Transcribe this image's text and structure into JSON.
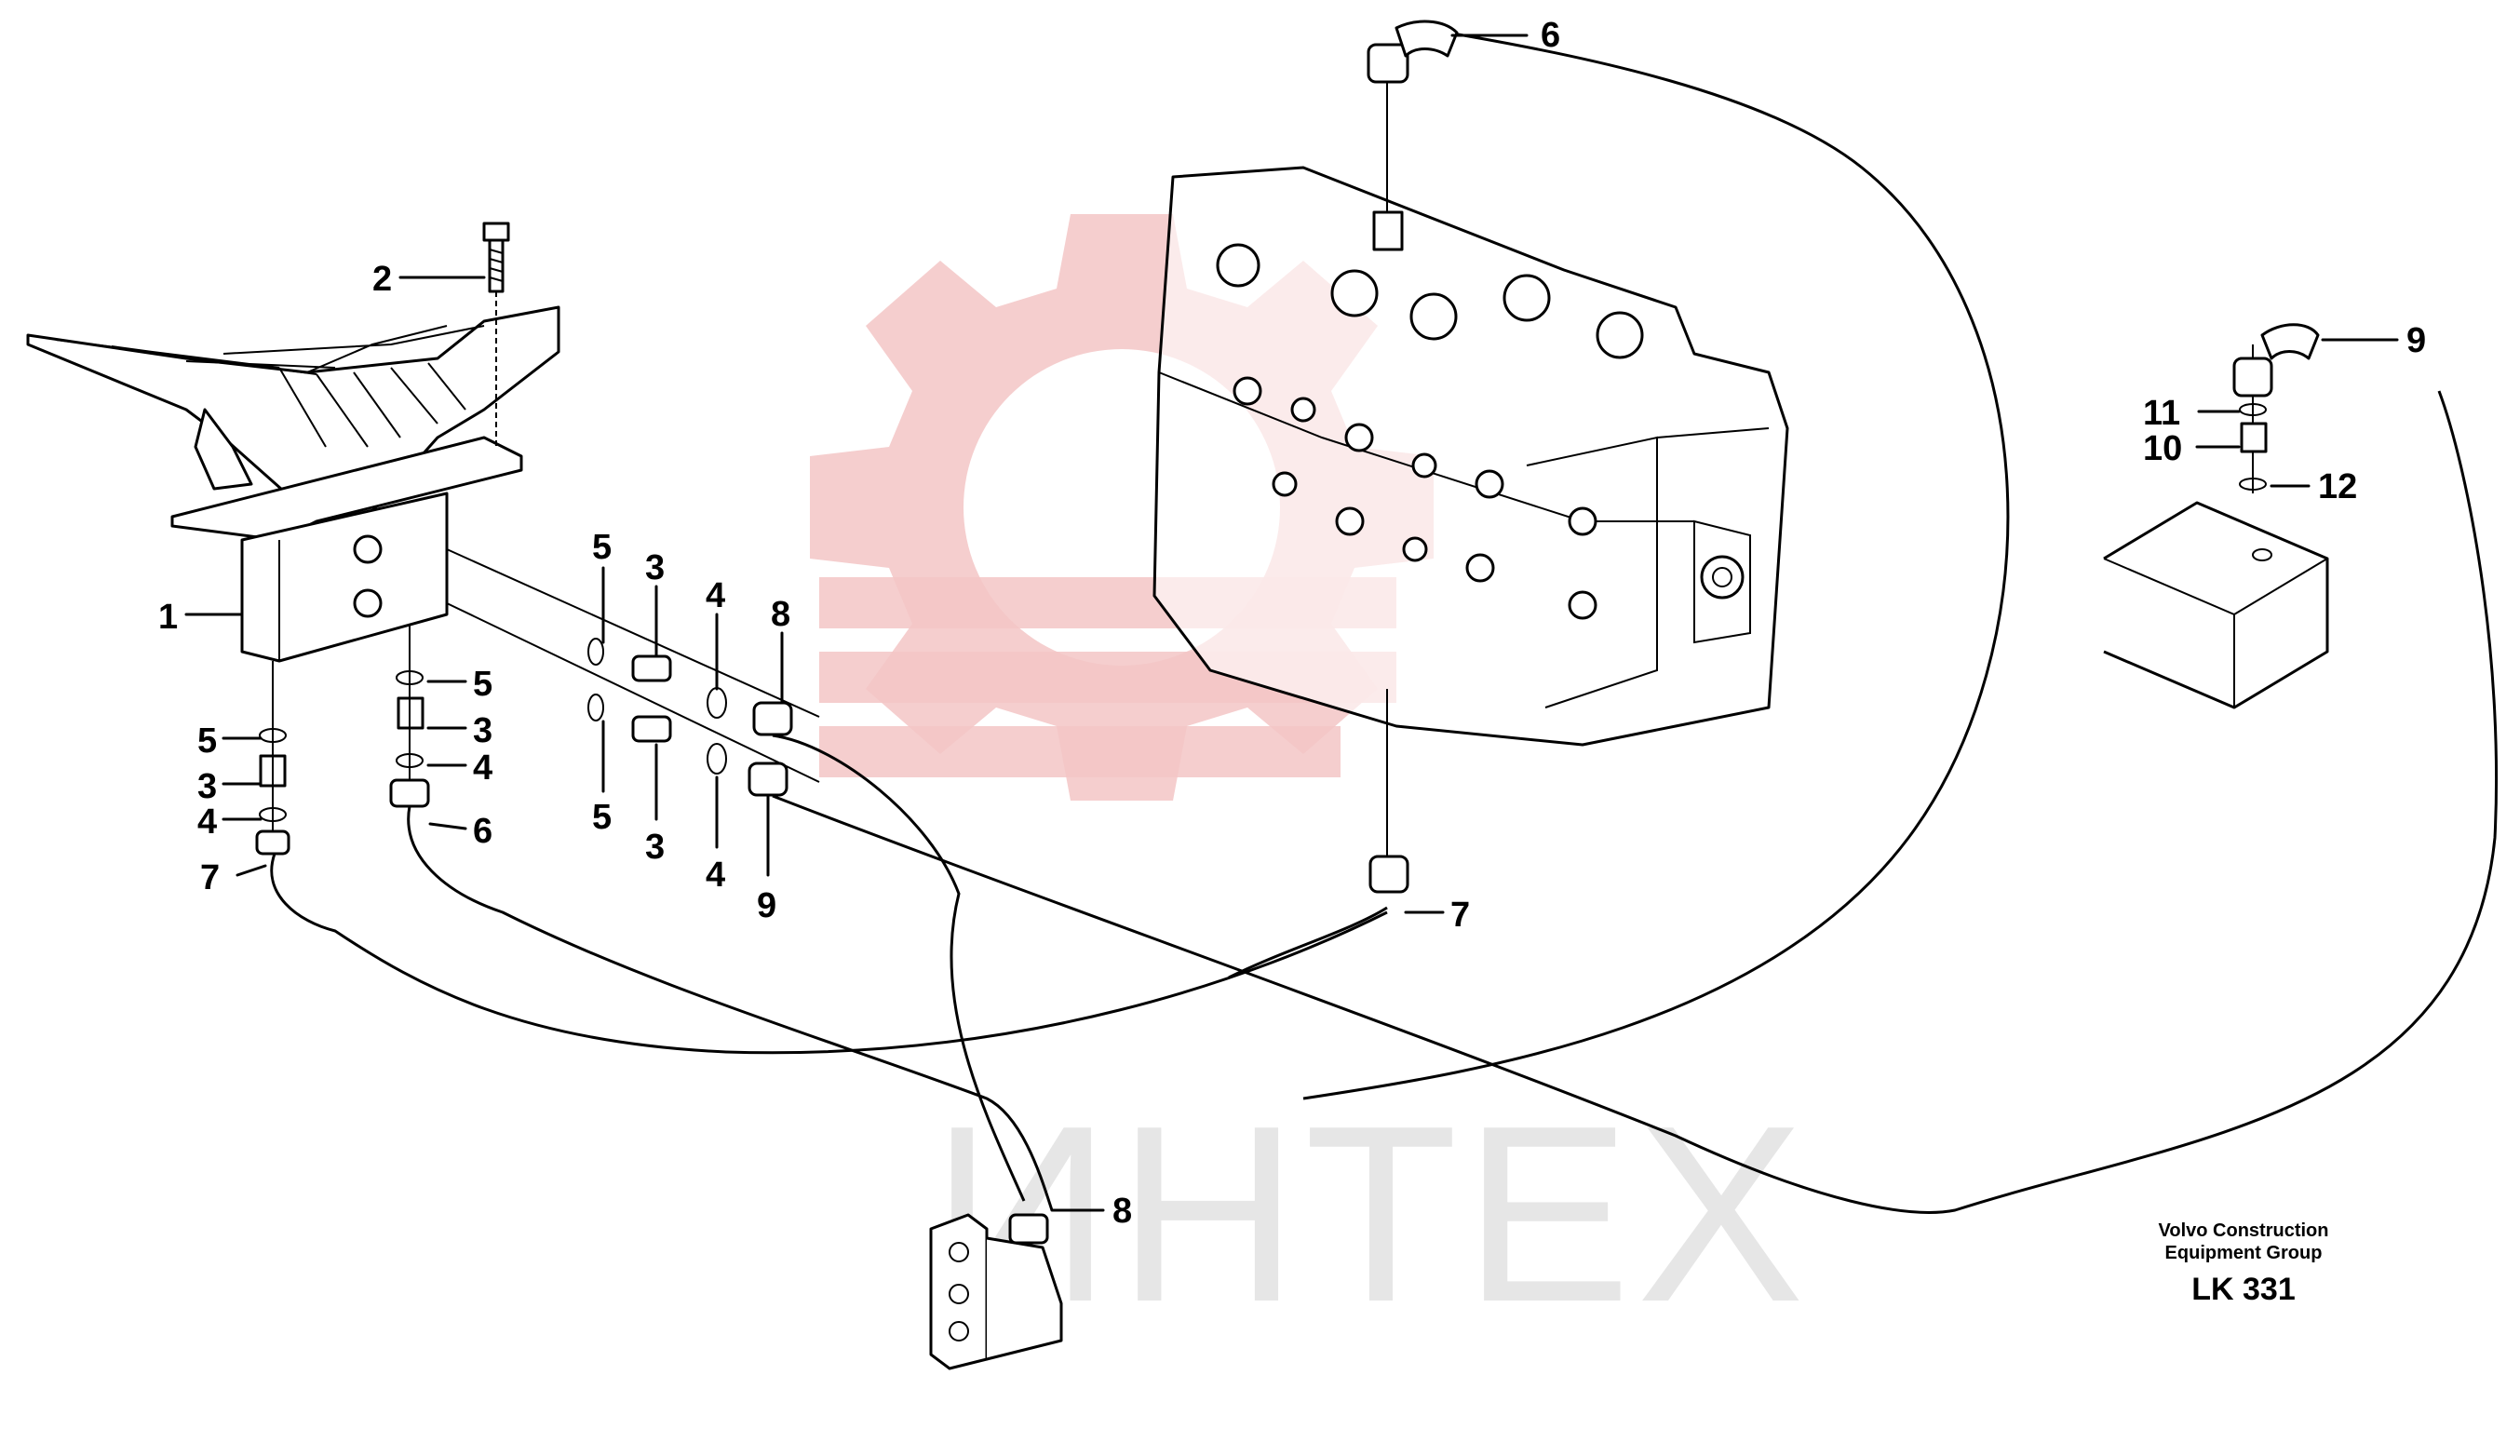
{
  "watermark": {
    "text": "ИНТЕХ",
    "gear_color": "#f3c5c5",
    "text_color": "#e6e6e6"
  },
  "footer": {
    "line1": "Volvo Construction",
    "line2": "Equipment Group",
    "code": "LK 331"
  },
  "callouts": [
    {
      "id": "c1",
      "label": "1"
    },
    {
      "id": "c2",
      "label": "2"
    },
    {
      "id": "c3a",
      "label": "3"
    },
    {
      "id": "c3b",
      "label": "3"
    },
    {
      "id": "c3c",
      "label": "3"
    },
    {
      "id": "c3d",
      "label": "3"
    },
    {
      "id": "c4a",
      "label": "4"
    },
    {
      "id": "c4b",
      "label": "4"
    },
    {
      "id": "c4c",
      "label": "4"
    },
    {
      "id": "c4d",
      "label": "4"
    },
    {
      "id": "c5a",
      "label": "5"
    },
    {
      "id": "c5b",
      "label": "5"
    },
    {
      "id": "c5c",
      "label": "5"
    },
    {
      "id": "c5d",
      "label": "5"
    },
    {
      "id": "c6a",
      "label": "6"
    },
    {
      "id": "c6b",
      "label": "6"
    },
    {
      "id": "c7a",
      "label": "7"
    },
    {
      "id": "c7b",
      "label": "7"
    },
    {
      "id": "c8a",
      "label": "8"
    },
    {
      "id": "c8b",
      "label": "8"
    },
    {
      "id": "c9a",
      "label": "9"
    },
    {
      "id": "c9b",
      "label": "9"
    },
    {
      "id": "c10",
      "label": "10"
    },
    {
      "id": "c11",
      "label": "11"
    },
    {
      "id": "c12",
      "label": "12"
    }
  ]
}
